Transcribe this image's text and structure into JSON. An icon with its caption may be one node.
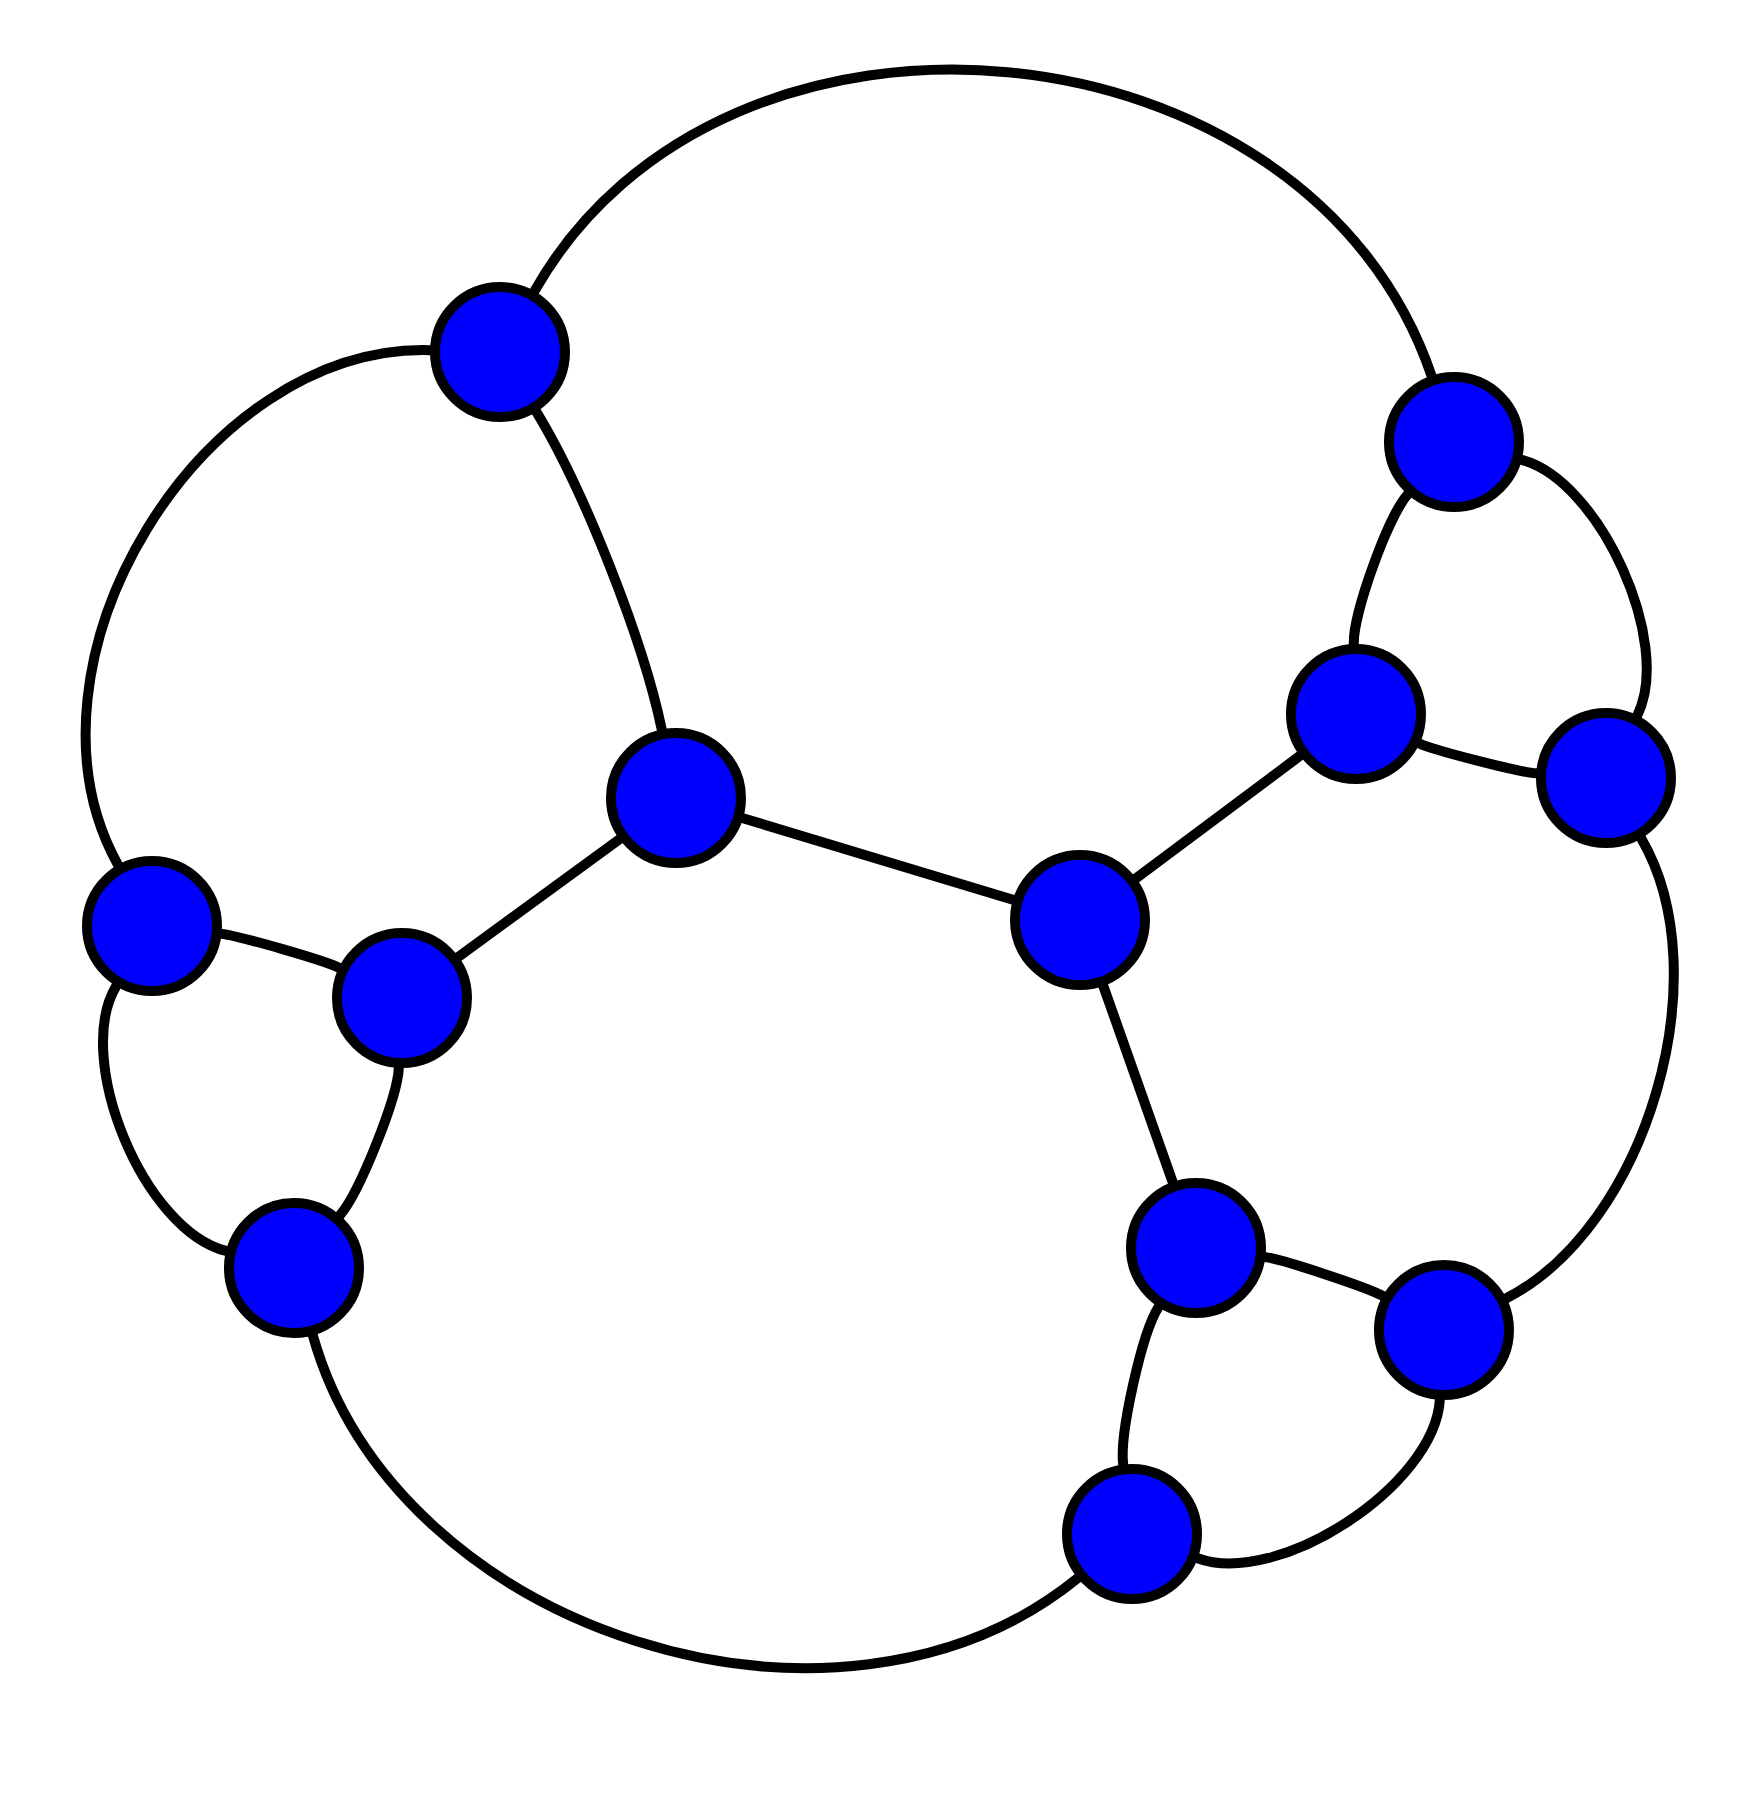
{
  "diagram": {
    "nodes": [
      {
        "text": [],
        "shape": "circle"
      },
      {
        "text": [],
        "shape": "circle"
      },
      {
        "text": [],
        "shape": "circle"
      },
      {
        "text": [],
        "shape": "circle"
      },
      {
        "text": [],
        "shape": "circle"
      },
      {
        "text": [],
        "shape": "circle"
      },
      {
        "text": [],
        "shape": "circle"
      },
      {
        "text": [],
        "shape": "circle"
      },
      {
        "text": [],
        "shape": "circle"
      },
      {
        "text": [],
        "shape": "circle"
      },
      {
        "text": [],
        "shape": "circle"
      },
      {
        "text": [],
        "shape": "circle"
      }
    ],
    "edges": [
      {
        "from": 0,
        "to": 1,
        "arrow": "none"
      },
      {
        "from": 0,
        "to": 5,
        "arrow": "none"
      },
      {
        "from": 0,
        "to": 3,
        "arrow": "none"
      },
      {
        "from": 1,
        "to": 2,
        "arrow": "none"
      },
      {
        "from": 1,
        "to": 4,
        "arrow": "none"
      },
      {
        "from": 2,
        "to": 4,
        "arrow": "none"
      },
      {
        "from": 2,
        "to": 6,
        "arrow": "none"
      },
      {
        "from": 3,
        "to": 6,
        "arrow": "none"
      },
      {
        "from": 3,
        "to": 7,
        "arrow": "none"
      },
      {
        "from": 4,
        "to": 10,
        "arrow": "none"
      },
      {
        "from": 5,
        "to": 7,
        "arrow": "none"
      },
      {
        "from": 5,
        "to": 8,
        "arrow": "none"
      },
      {
        "from": 7,
        "to": 8,
        "arrow": "none"
      },
      {
        "from": 6,
        "to": 9,
        "arrow": "none"
      },
      {
        "from": 8,
        "to": 11,
        "arrow": "none"
      },
      {
        "from": 9,
        "to": 10,
        "arrow": "none"
      },
      {
        "from": 9,
        "to": 11,
        "arrow": "none"
      },
      {
        "from": 10,
        "to": 11,
        "arrow": "none"
      }
    ]
  }
}
